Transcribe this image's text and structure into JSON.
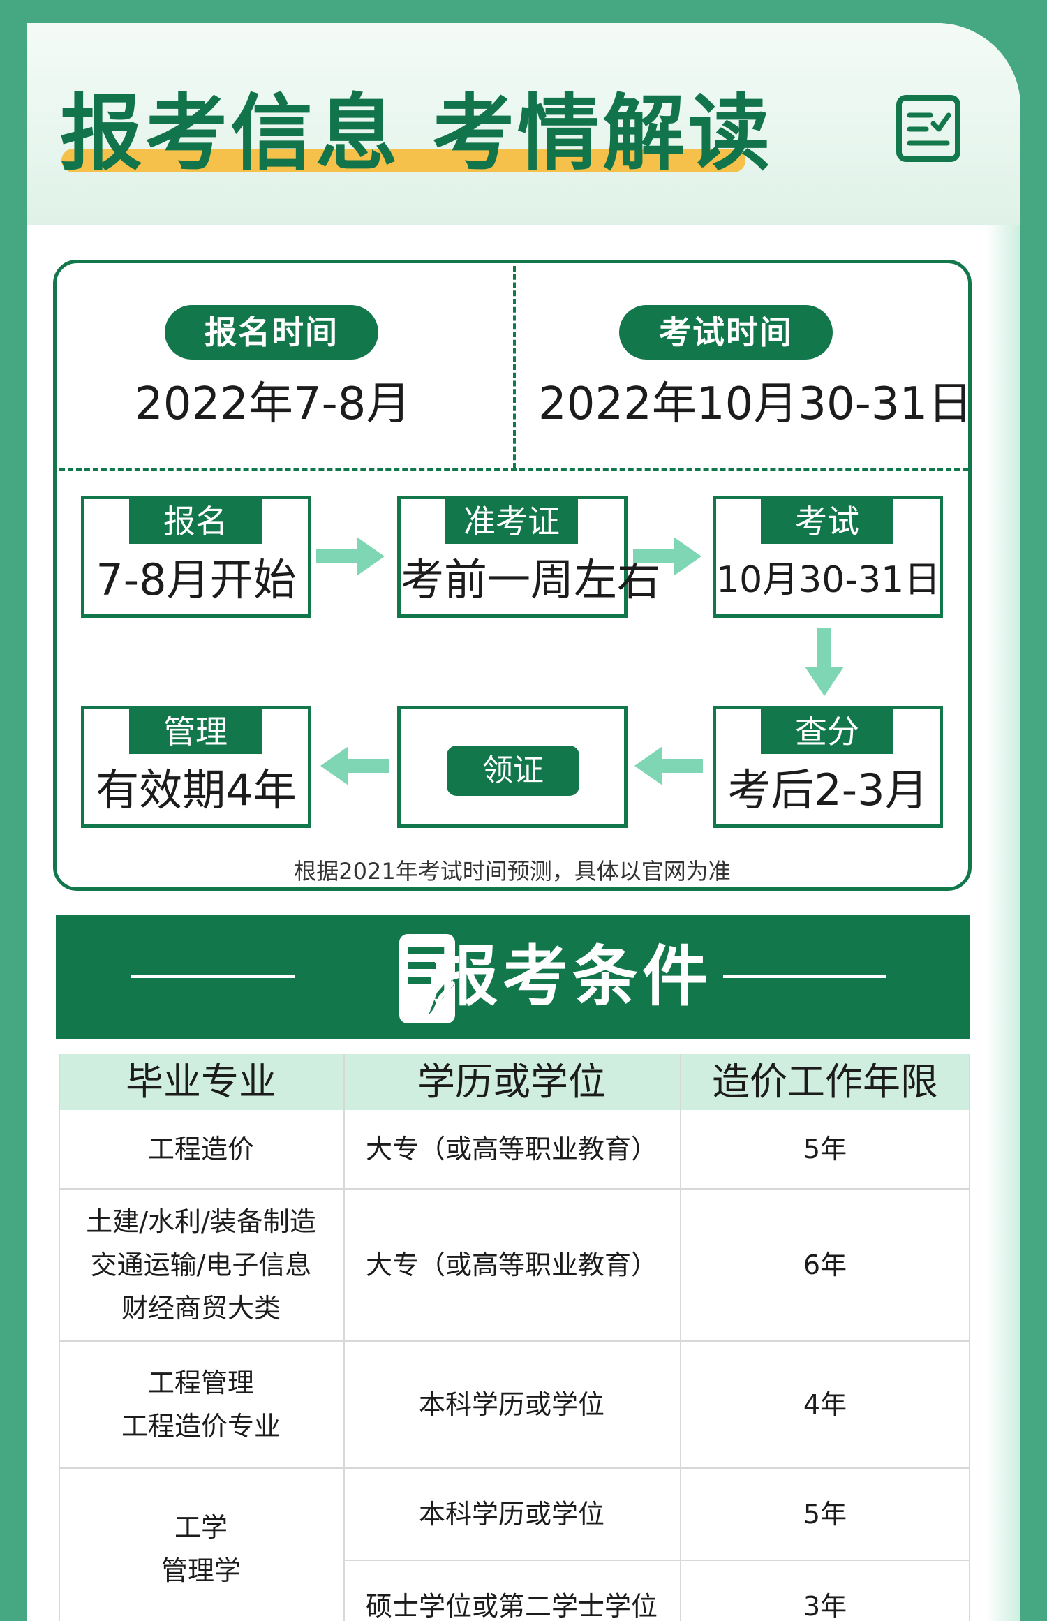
{
  "header": {
    "title": "报考信息 考情解读",
    "menu_icon": "list-check-icon"
  },
  "schedule": {
    "registration_label": "报名时间",
    "registration_date": "2022年7-8月",
    "exam_label": "考试时间",
    "exam_date": "2022年10月30-31日"
  },
  "flow": {
    "steps": [
      {
        "tag": "报名",
        "value": "7-8月开始"
      },
      {
        "tag": "准考证",
        "value": "考前一周左右"
      },
      {
        "tag": "考试",
        "value": "10月30-31日"
      },
      {
        "tag": "查分",
        "value": "考后2-3月"
      },
      {
        "tag": "领证",
        "value": ""
      },
      {
        "tag": "管理",
        "value": "有效期4年"
      }
    ],
    "arrow_color": "#7fd6b4",
    "note": "根据2021年考试时间预测，具体以官网为准"
  },
  "conditions": {
    "title": "报考条件",
    "icon": "document-pen-icon",
    "headers": [
      "毕业专业",
      "学历或学位",
      "造价工作年限"
    ],
    "rows": [
      {
        "major": "工程造价",
        "degree": "大专（或高等职业教育）",
        "years": "5年"
      },
      {
        "major": "土建/水利/装备制造\n交通运输/电子信息\n财经商贸大类",
        "degree": "大专（或高等职业教育）",
        "years": "6年"
      },
      {
        "major": "工程管理\n工程造价专业",
        "degree": "本科学历或学位",
        "years": "4年"
      },
      {
        "major": "工学\n管理学",
        "degree": "本科学历或学位",
        "years": "5年"
      },
      {
        "major": "",
        "degree": "硕士学位或第二学士学位",
        "years": "3年"
      }
    ]
  },
  "colors": {
    "page_bg": "#46a883",
    "brand_green": "#13774c",
    "highlight": "#f6c14b",
    "table_header": "#cfeee0"
  }
}
